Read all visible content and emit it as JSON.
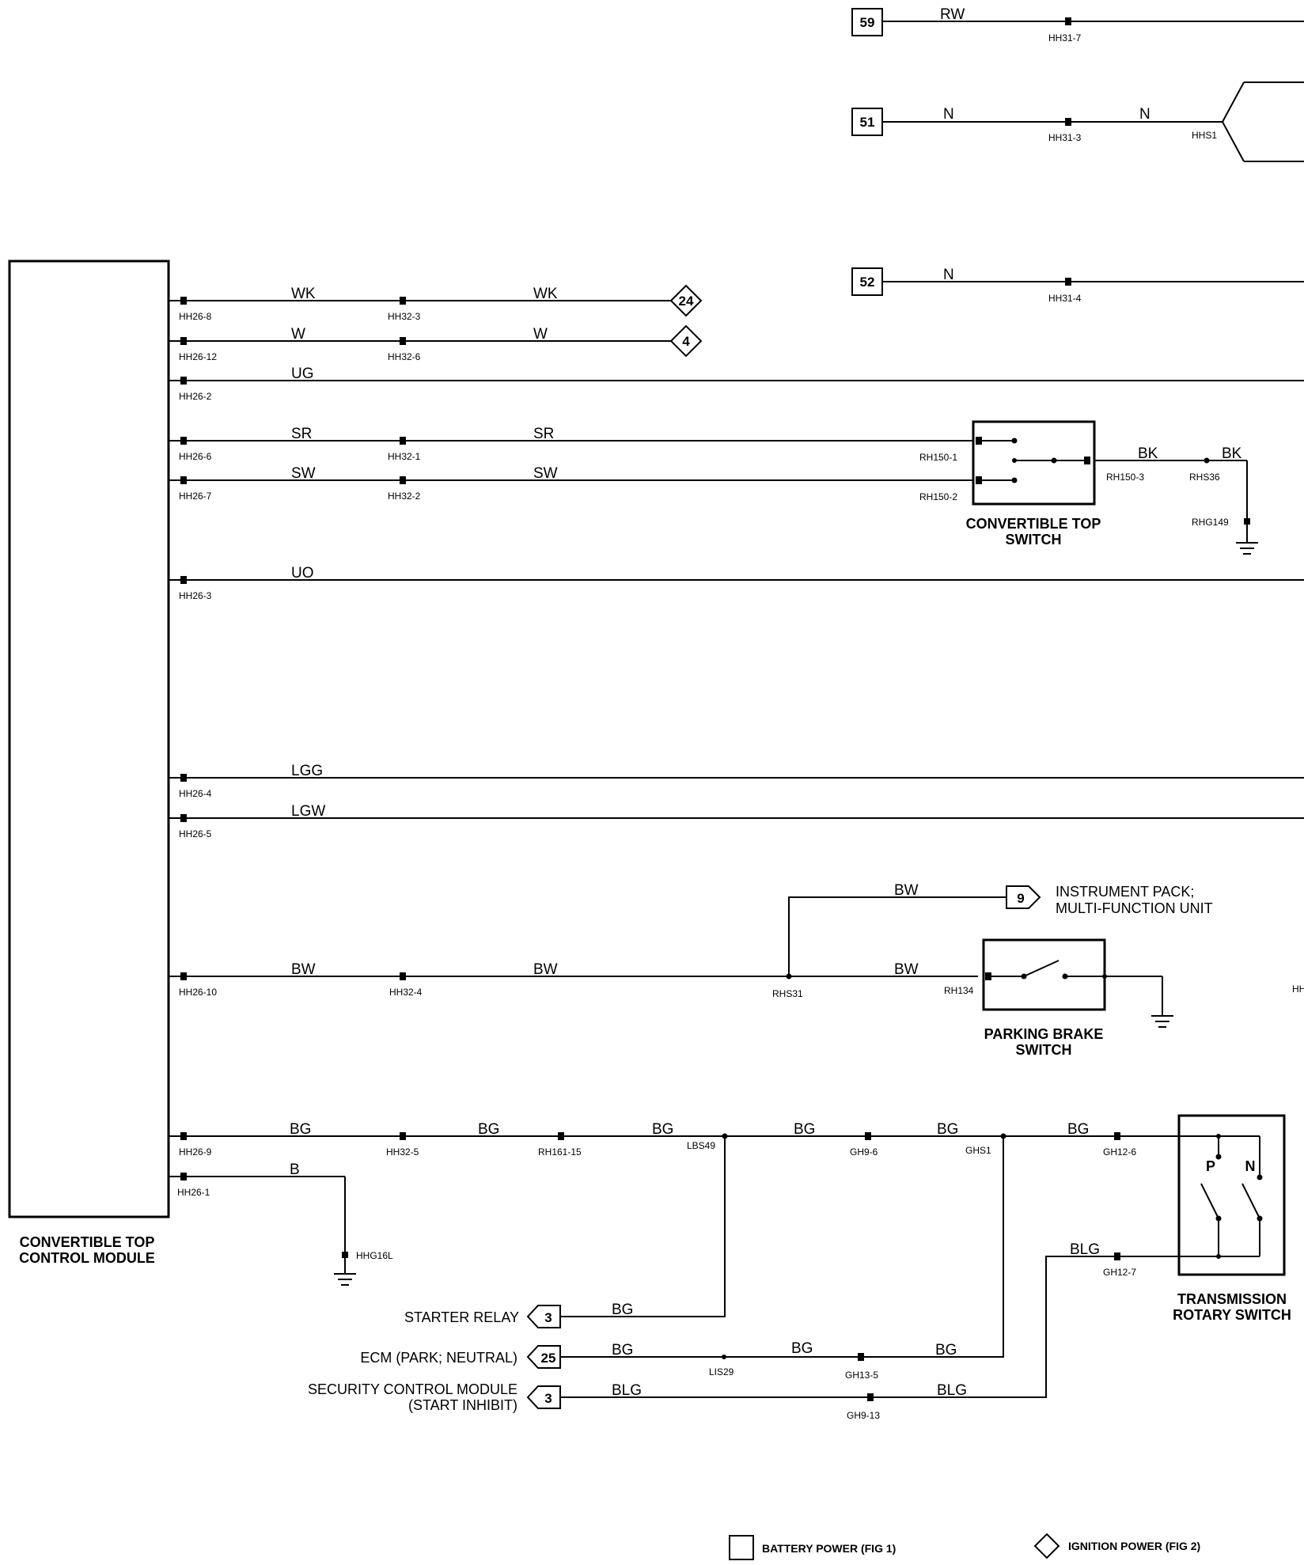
{
  "modules": {
    "control_module": {
      "label_line1": "CONVERTIBLE TOP",
      "label_line2": "CONTROL MODULE"
    },
    "top_switch": {
      "label_line1": "CONVERTIBLE TOP",
      "label_line2": "SWITCH",
      "pins": [
        "RH150-1",
        "RH150-2",
        "RH150-3"
      ]
    },
    "parking_brake": {
      "label_line1": "PARKING BRAKE",
      "label_line2": "SWITCH",
      "pin": "RH134"
    },
    "transmission": {
      "label_line1": "TRANSMISSION",
      "label_line2": "ROTARY SWITCH",
      "p_label": "P",
      "n_label": "N"
    }
  },
  "refs": {
    "r59": "59",
    "r51": "51",
    "r52": "52",
    "r24": "24",
    "r4": "4",
    "r9": "9",
    "r3a": "3",
    "r25": "25",
    "r3b": "3"
  },
  "wires": {
    "rw": "RW",
    "n1": "N",
    "n2": "N",
    "n3": "N",
    "wk1": "WK",
    "wk2": "WK",
    "w1": "W",
    "w2": "W",
    "ug": "UG",
    "sr1": "SR",
    "sr2": "SR",
    "sw1": "SW",
    "sw2": "SW",
    "bk1": "BK",
    "bk2": "BK",
    "uo": "UO",
    "lgg": "LGG",
    "lgw": "LGW",
    "bw_top": "BW",
    "bw1": "BW",
    "bw2": "BW",
    "bw3": "BW",
    "bg1": "BG",
    "bg2": "BG",
    "bg3": "BG",
    "bg4": "BG",
    "bg5": "BG",
    "bg6": "BG",
    "b": "B",
    "blg_top": "BLG",
    "bg_starter": "BG",
    "bg_ecm1": "BG",
    "bg_ecm2": "BG",
    "bg_ecm3": "BG",
    "blg1": "BLG",
    "blg2": "BLG"
  },
  "pins": {
    "hh31_7": "HH31-7",
    "hh31_3": "HH31-3",
    "hhs1": "HHS1",
    "hh31_4": "HH31-4",
    "hh26_8": "HH26-8",
    "hh32_3": "HH32-3",
    "hh26_12": "HH26-12",
    "hh32_6": "HH32-6",
    "hh26_2": "HH26-2",
    "hh26_6": "HH26-6",
    "hh32_1": "HH32-1",
    "hh26_7": "HH26-7",
    "hh32_2": "HH32-2",
    "rhs36": "RHS36",
    "rhg149": "RHG149",
    "hh26_3": "HH26-3",
    "hh26_4": "HH26-4",
    "hh26_5": "HH26-5",
    "hh26_10": "HH26-10",
    "hh32_4": "HH32-4",
    "rhs31": "RHS31",
    "hh26_9": "HH26-9",
    "hh32_5": "HH32-5",
    "rh161_15": "RH161-15",
    "lbs49": "LBS49",
    "gh9_6": "GH9-6",
    "ghs1": "GHS1",
    "gh12_6": "GH12-6",
    "gh12_7": "GH12-7",
    "hh26_1": "HH26-1",
    "hhg16l": "HHG16L",
    "lis29": "LIS29",
    "gh13_5": "GH13-5",
    "gh9_13": "GH9-13",
    "hh_cut": "HH"
  },
  "destinations": {
    "instrument_line1": "INSTRUMENT PACK;",
    "instrument_line2": "MULTI-FUNCTION UNIT",
    "starter": "STARTER RELAY",
    "ecm": "ECM (PARK; NEUTRAL)",
    "security_line1": "SECURITY CONTROL MODULE",
    "security_line2": "(START INHIBIT)"
  },
  "legend": {
    "battery": "BATTERY POWER (FIG 1)",
    "ignition": "IGNITION POWER (FIG 2)"
  }
}
